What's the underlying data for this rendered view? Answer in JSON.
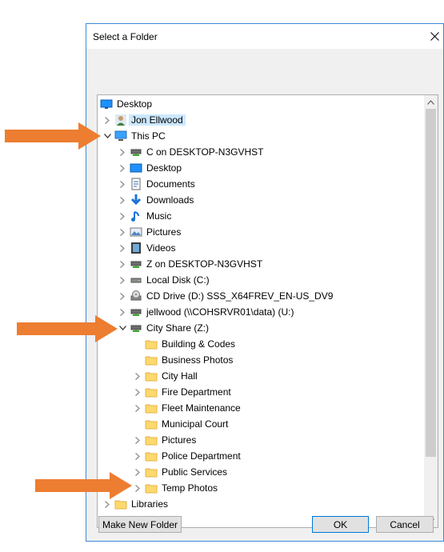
{
  "dialog": {
    "title": "Select a Folder",
    "close_glyph": "✕",
    "make_new_folder_label": "Make New Folder",
    "ok_label": "OK",
    "cancel_label": "Cancel"
  },
  "tree": {
    "desktop_root": "Desktop",
    "user": "Jon Ellwood",
    "this_pc": "This PC",
    "pc_items": [
      {
        "label": "C on DESKTOP-N3GVHST",
        "icon": "network-drive-icon"
      },
      {
        "label": "Desktop",
        "icon": "desktop-folder-icon"
      },
      {
        "label": "Documents",
        "icon": "documents-icon"
      },
      {
        "label": "Downloads",
        "icon": "downloads-icon"
      },
      {
        "label": "Music",
        "icon": "music-icon"
      },
      {
        "label": "Pictures",
        "icon": "pictures-icon"
      },
      {
        "label": "Videos",
        "icon": "videos-icon"
      },
      {
        "label": "Z on DESKTOP-N3GVHST",
        "icon": "network-drive-icon"
      },
      {
        "label": "Local Disk (C:)",
        "icon": "local-disk-icon"
      },
      {
        "label": "CD Drive (D:) SSS_X64FREV_EN-US_DV9",
        "icon": "cd-drive-icon"
      },
      {
        "label": "jellwood (\\\\COHSRVR01\\data) (U:)",
        "icon": "network-drive-icon"
      }
    ],
    "city_share": "City Share (Z:)",
    "city_folders": [
      {
        "label": "Building & Codes",
        "expandable": false
      },
      {
        "label": "Business Photos",
        "expandable": false
      },
      {
        "label": "City Hall",
        "expandable": true
      },
      {
        "label": "Fire Department",
        "expandable": true
      },
      {
        "label": "Fleet Maintenance",
        "expandable": true
      },
      {
        "label": "Municipal Court",
        "expandable": false
      },
      {
        "label": "Pictures",
        "expandable": true
      },
      {
        "label": "Police Department",
        "expandable": true
      },
      {
        "label": "Public Services",
        "expandable": true
      },
      {
        "label": "Temp Photos",
        "expandable": true
      }
    ],
    "libraries": "Libraries"
  },
  "colors": {
    "annotation_arrow": "#ed7d31",
    "selection": "#cce8ff",
    "folder": "#ffd86b",
    "dialog_border": "#3c8bd9"
  }
}
